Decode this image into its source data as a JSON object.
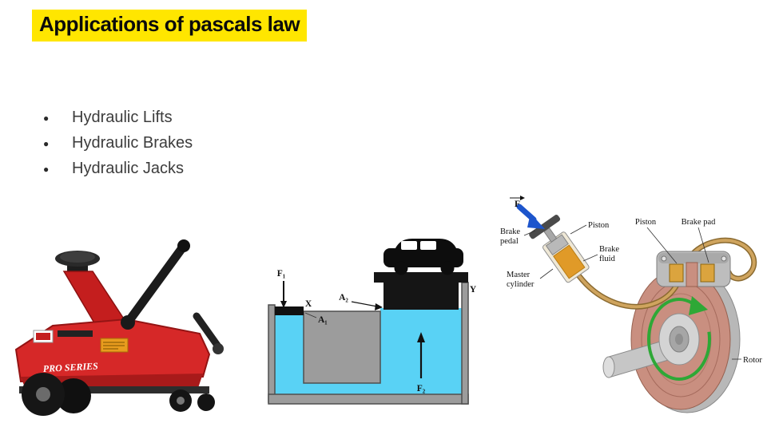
{
  "slide": {
    "title": "Applications of pascals law",
    "bullets": [
      "Hydraulic Lifts",
      "Hydraulic Brakes",
      "Hydraulic Jacks"
    ]
  },
  "jack": {
    "label": "PRO SERIES"
  },
  "lift": {
    "labels": {
      "f1": "F₁",
      "x": "X",
      "a1": "A₁",
      "a2": "A₂",
      "y": "Y",
      "f2": "F₂"
    }
  },
  "brake": {
    "labels": {
      "force": "F",
      "brake_pedal": [
        "Brake",
        "pedal"
      ],
      "piston_master": "Piston",
      "brake_fluid": [
        "Brake",
        "fluid"
      ],
      "master_cylinder": [
        "Master",
        "cylinder"
      ],
      "piston_caliper": "Piston",
      "brake_pad": "Brake pad",
      "rotor": "Rotor"
    }
  },
  "colors": {
    "title_highlight": "#ffe600",
    "fluid_cyan": "#59d2f5",
    "jack_red": "#d62828",
    "rotor_face": "#c98f80",
    "brake_line_tan": "#cfa45e",
    "brake_fluid_orange": "#e09a28",
    "force_arrow_blue": "#1d55cc",
    "rotation_arrow_green": "#2ea836"
  }
}
